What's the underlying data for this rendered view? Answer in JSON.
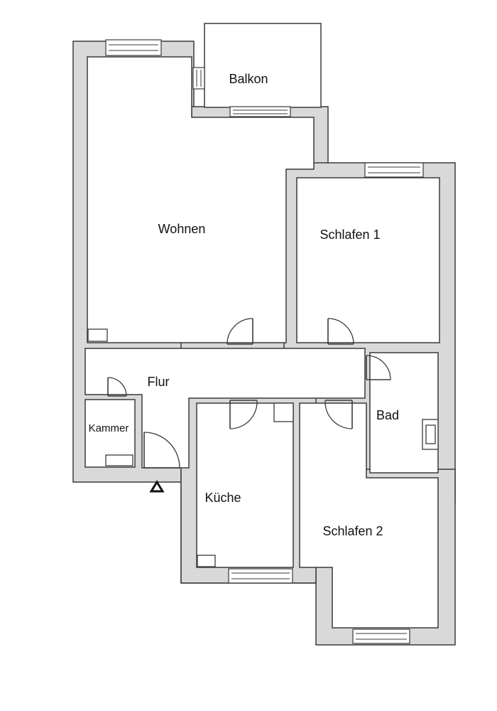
{
  "rooms": {
    "balkon": "Balkon",
    "wohnen": "Wohnen",
    "schlafen1": "Schlafen 1",
    "flur": "Flur",
    "kammer": "Kammer",
    "bad": "Bad",
    "kueche": "Küche",
    "schlafen2": "Schlafen 2"
  },
  "icons": {
    "entrance": "triangle-entrance-icon"
  },
  "colors": {
    "wall_fill": "#d9d9d9",
    "line": "#3a3a3a",
    "background": "#ffffff"
  }
}
